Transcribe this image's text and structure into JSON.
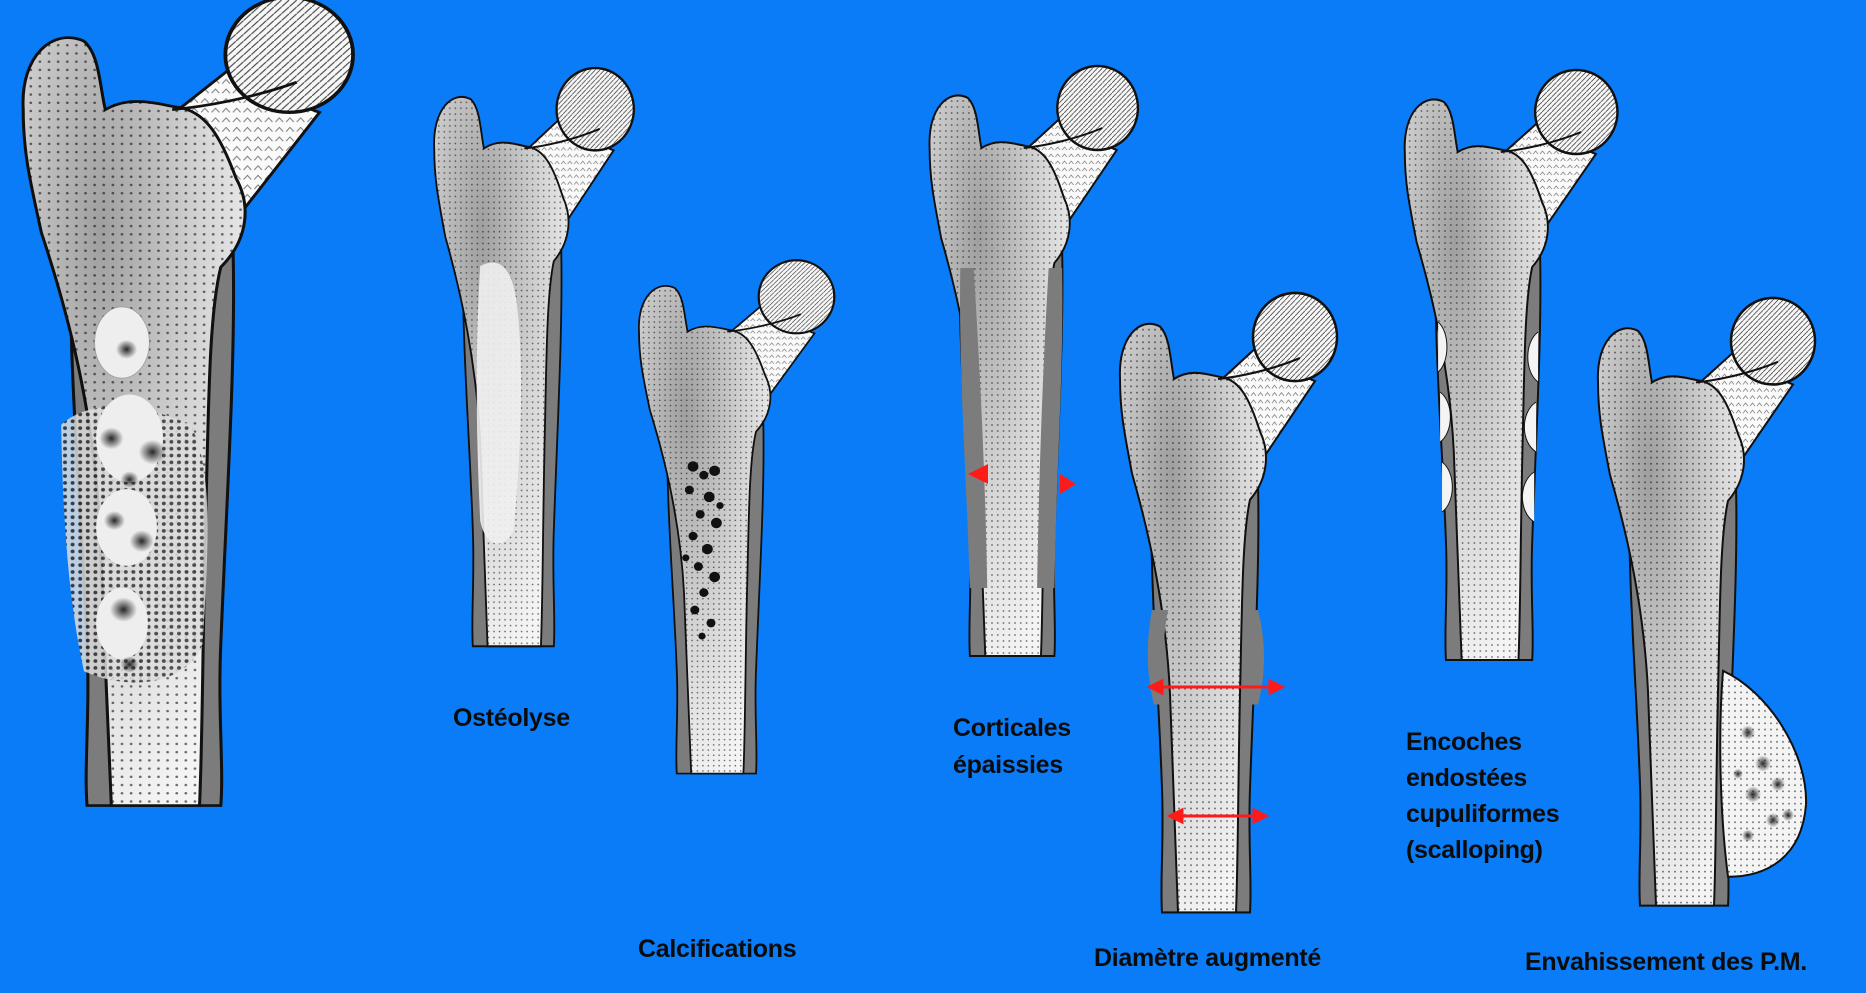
{
  "colors": {
    "background": "#0a7cf7",
    "bone": "#f4f4f4",
    "cortex": "#7c7c7c",
    "arrow": "#ff1a1a"
  },
  "labels": {
    "osteolyse": "Ostéolyse",
    "calcifications": "Calcifications",
    "corticales_line1": "Corticales",
    "corticales_line2": "épaissies",
    "diametre": "Diamètre augmenté",
    "encoches_line1": "Encoches",
    "encoches_line2": "endostées",
    "encoches_line3": "cupuliformes",
    "encoches_line4": "(scalloping)",
    "envahissement": "Envahissement des P.M."
  }
}
